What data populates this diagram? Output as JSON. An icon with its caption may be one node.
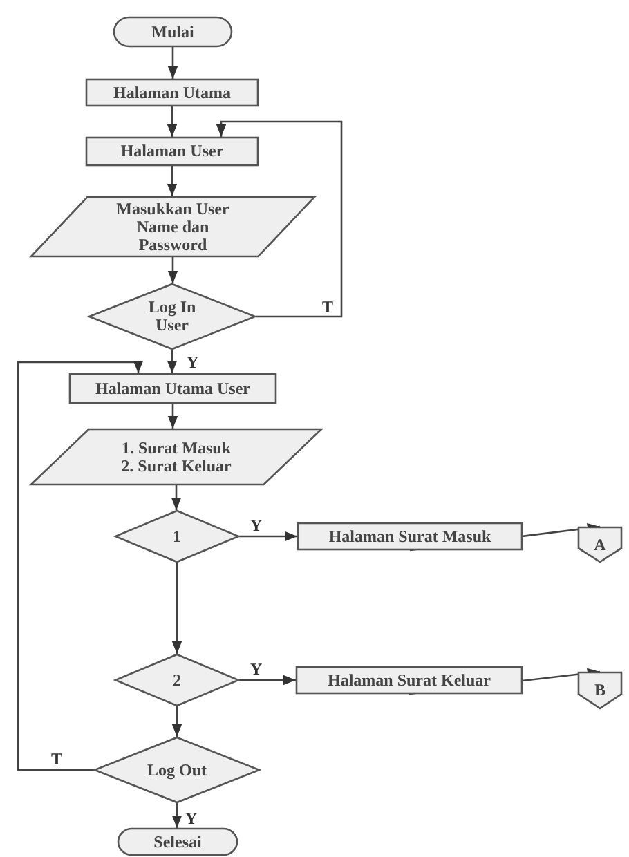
{
  "diagram": {
    "nodes": [
      {
        "text": [
          "Mulai"
        ]
      },
      {
        "text": [
          "Halaman Utama"
        ]
      },
      {
        "text": [
          "Halaman User"
        ]
      },
      {
        "text": [
          "Masukkan User Name dan Password"
        ]
      },
      {
        "text": [
          "Log In User"
        ]
      },
      {
        "text": [
          "Halaman Utama User"
        ]
      },
      {
        "text": [
          "1. Surat Masuk",
          "2. Surat Keluar"
        ]
      },
      {
        "text": [
          "1"
        ]
      },
      {
        "text": [
          "Halaman Surat Masuk"
        ]
      },
      {
        "text": [
          "A"
        ]
      },
      {
        "text": [
          "2"
        ]
      },
      {
        "text": [
          "Halaman Surat Keluar"
        ]
      },
      {
        "text": [
          "B"
        ]
      },
      {
        "text": [
          "Log Out"
        ]
      },
      {
        "text": [
          "Selesai"
        ]
      }
    ],
    "edges": [
      {
        "from": 0,
        "to": 1,
        "arrow": "to"
      },
      {
        "from": 1,
        "to": 2,
        "arrow": "to"
      },
      {
        "from": 2,
        "to": 3,
        "arrow": "to"
      },
      {
        "from": 3,
        "to": 4,
        "arrow": "to"
      },
      {
        "from": 4,
        "to": 2,
        "arrow": "to",
        "label": "T"
      },
      {
        "from": 4,
        "to": 5,
        "arrow": "to",
        "label": "Y"
      },
      {
        "from": 5,
        "to": 6,
        "arrow": "to"
      },
      {
        "from": 6,
        "to": 7,
        "arrow": "to"
      },
      {
        "from": 7,
        "to": 8,
        "arrow": "to",
        "label": "Y"
      },
      {
        "from": 8,
        "to": 9,
        "arrow": "to"
      },
      {
        "from": 7,
        "to": 10,
        "arrow": "to"
      },
      {
        "from": 10,
        "to": 11,
        "arrow": "to",
        "label": "Y"
      },
      {
        "from": 11,
        "to": 12,
        "arrow": "to"
      },
      {
        "from": 10,
        "to": 13,
        "arrow": "to"
      },
      {
        "from": 13,
        "to": 5,
        "arrow": "to",
        "label": "T"
      },
      {
        "from": 13,
        "to": 14,
        "arrow": "to",
        "label": "Y"
      }
    ]
  }
}
